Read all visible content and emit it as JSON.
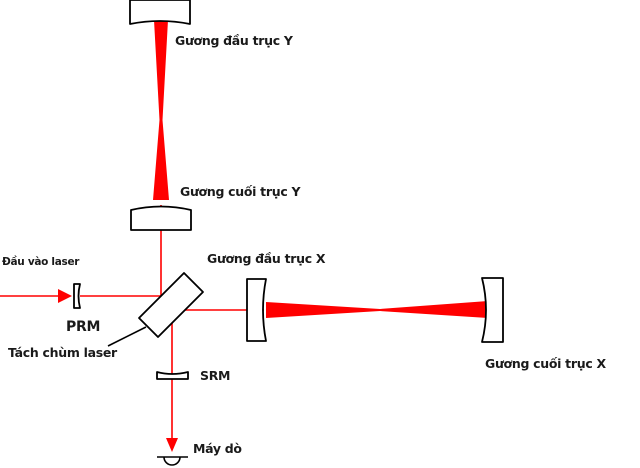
{
  "diagram": {
    "title": "Michelson interferometer with Fabry-Perot arm cavities (LIGO layout)",
    "colors": {
      "laser": "#ff0000",
      "outline": "#000000",
      "background": "#ffffff",
      "text": "#1a1a1a"
    },
    "labels": {
      "y_end_mirror": "Gương đầu trục Y",
      "y_input_mirror": "Gương cuối trục Y",
      "laser_input": "Đầu vào laser",
      "x_input_mirror": "Gương đầu trục X",
      "prm": "PRM",
      "beam_splitter": "Tách chùm laser",
      "x_end_mirror": "Gương cuối trục X",
      "srm": "SRM",
      "detector": "Máy dò"
    },
    "components": [
      {
        "id": "y-end-mirror",
        "label_key": "y_end_mirror",
        "type": "concave-mirror"
      },
      {
        "id": "y-input-mirror",
        "label_key": "y_input_mirror",
        "type": "concave-mirror"
      },
      {
        "id": "x-input-mirror",
        "label_key": "x_input_mirror",
        "type": "concave-mirror"
      },
      {
        "id": "x-end-mirror",
        "label_key": "x_end_mirror",
        "type": "concave-mirror"
      },
      {
        "id": "prm",
        "label_key": "prm",
        "type": "power-recycling-mirror"
      },
      {
        "id": "srm",
        "label_key": "srm",
        "type": "signal-recycling-mirror"
      },
      {
        "id": "beam-splitter",
        "label_key": "beam_splitter",
        "type": "beam-splitter"
      },
      {
        "id": "detector",
        "label_key": "detector",
        "type": "photodetector"
      }
    ]
  }
}
